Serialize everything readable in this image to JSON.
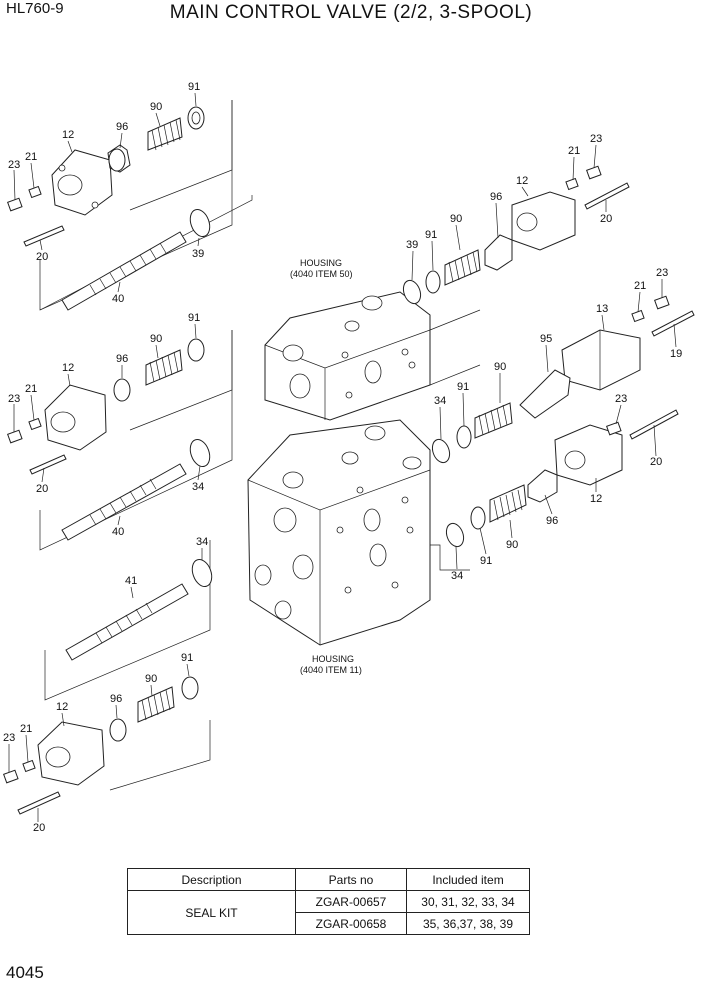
{
  "model": "HL760-9",
  "title": "MAIN CONTROL VALVE (2/2, 3-SPOOL)",
  "page_number": "4045",
  "housing_top": {
    "line1": "HOUSING",
    "line2": "(4040 ITEM 50)"
  },
  "housing_bottom": {
    "line1": "HOUSING",
    "line2": "(4040 ITEM 11)"
  },
  "callouts": {
    "p91": "91",
    "p96": "96",
    "p90": "90",
    "p12": "12",
    "p23": "23",
    "p21": "21",
    "p20": "20",
    "p39": "39",
    "p40": "40",
    "p34": "34",
    "p41": "41",
    "p13": "13",
    "p95": "95",
    "p19": "19"
  },
  "table": {
    "headers": [
      "Description",
      "Parts no",
      "Included item"
    ],
    "description": "SEAL KIT",
    "rows": [
      {
        "parts_no": "ZGAR-00657",
        "items": "30, 31, 32, 33, 34"
      },
      {
        "parts_no": "ZGAR-00658",
        "items": "35, 36,37, 38, 39"
      }
    ]
  }
}
